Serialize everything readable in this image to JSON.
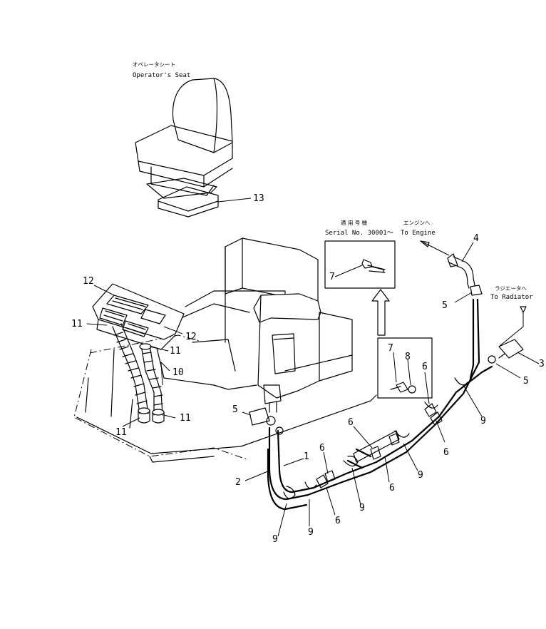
{
  "labels": {
    "seat_jp": "オペレータシート",
    "seat_en": "Operator's Seat",
    "serial_jp": "適 用 号 機",
    "serial_en": "Serial No. 30001～",
    "engine_jp": "エンジンへ",
    "engine_en": "To Engine",
    "radiator_jp": "ラジエータへ",
    "radiator_en": "To Radiator"
  },
  "callouts": {
    "c1": "1",
    "c2": "2",
    "c3": "3",
    "c4": "4",
    "c5a": "5",
    "c5b": "5",
    "c5c": "5",
    "c6a": "6",
    "c6b": "6",
    "c6c": "6",
    "c6d": "6",
    "c6e": "6",
    "c6f": "6",
    "c7a": "7",
    "c7b": "7",
    "c8": "8",
    "c9a": "9",
    "c9b": "9",
    "c9c": "9",
    "c9d": "9",
    "c9e": "9",
    "c10": "10",
    "c11a": "11",
    "c11b": "11",
    "c11c": "11",
    "c11d": "11",
    "c12a": "12",
    "c12b": "12",
    "c13": "13"
  }
}
